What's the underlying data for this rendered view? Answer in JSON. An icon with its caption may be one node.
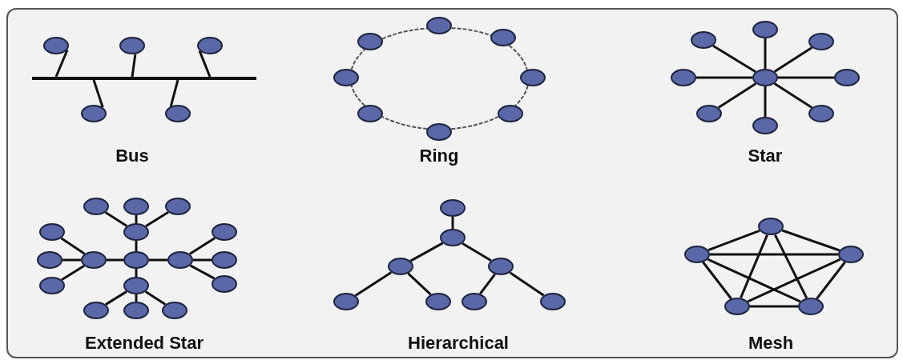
{
  "diagram": {
    "nodes": [
      {
        "text": [],
        "shape": "bar"
      },
      {
        "text": [],
        "shape": "ellipse"
      },
      {
        "text": [],
        "shape": "ellipse"
      },
      {
        "text": [],
        "shape": "ellipse"
      },
      {
        "text": [],
        "shape": "ellipse"
      },
      {
        "text": [],
        "shape": "ellipse"
      },
      {
        "text": [],
        "shape": "ellipse"
      },
      {
        "text": [],
        "shape": "ellipse"
      },
      {
        "text": [],
        "shape": "ellipse"
      },
      {
        "text": [],
        "shape": "ellipse"
      },
      {
        "text": [],
        "shape": "ellipse"
      },
      {
        "text": [],
        "shape": "ellipse"
      },
      {
        "text": [],
        "shape": "ellipse"
      },
      {
        "text": [],
        "shape": "ellipse"
      },
      {
        "text": [],
        "shape": "ellipse"
      },
      {
        "text": [],
        "shape": "ellipse"
      },
      {
        "text": [],
        "shape": "ellipse"
      },
      {
        "text": [],
        "shape": "ellipse"
      },
      {
        "text": [],
        "shape": "ellipse"
      },
      {
        "text": [],
        "shape": "ellipse"
      },
      {
        "text": [],
        "shape": "ellipse"
      },
      {
        "text": [],
        "shape": "ellipse"
      },
      {
        "text": [],
        "shape": "ellipse"
      },
      {
        "text": [],
        "shape": "ellipse"
      },
      {
        "text": [],
        "shape": "ellipse"
      },
      {
        "text": [],
        "shape": "ellipse"
      },
      {
        "text": [],
        "shape": "ellipse"
      },
      {
        "text": [],
        "shape": "ellipse"
      },
      {
        "text": [],
        "shape": "ellipse"
      },
      {
        "text": [],
        "shape": "ellipse"
      },
      {
        "text": [],
        "shape": "ellipse"
      },
      {
        "text": [],
        "shape": "ellipse"
      },
      {
        "text": [],
        "shape": "ellipse"
      },
      {
        "text": [],
        "shape": "ellipse"
      },
      {
        "text": [],
        "shape": "ellipse"
      },
      {
        "text": [],
        "shape": "ellipse"
      },
      {
        "text": [],
        "shape": "ellipse"
      },
      {
        "text": [],
        "shape": "ellipse"
      },
      {
        "text": [],
        "shape": "ellipse"
      },
      {
        "text": [],
        "shape": "ellipse"
      },
      {
        "text": [],
        "shape": "ellipse"
      },
      {
        "text": [],
        "shape": "ellipse"
      },
      {
        "text": [],
        "shape": "ellipse"
      },
      {
        "text": [],
        "shape": "ellipse"
      },
      {
        "text": [],
        "shape": "ellipse"
      },
      {
        "text": [],
        "shape": "ellipse"
      },
      {
        "text": [],
        "shape": "ellipse"
      },
      {
        "text": [],
        "shape": "ellipse"
      },
      {
        "text": [],
        "shape": "ellipse"
      },
      {
        "text": [],
        "shape": "ellipse"
      },
      {
        "text": [],
        "shape": "ellipse"
      },
      {
        "text": [],
        "shape": "ellipse"
      },
      {
        "text": [],
        "shape": "ellipse"
      }
    ],
    "edges": [
      {
        "from": 1,
        "to": 0,
        "arrow": "none"
      },
      {
        "from": 2,
        "to": 0,
        "arrow": "none"
      },
      {
        "from": 3,
        "to": 0,
        "arrow": "none"
      },
      {
        "from": 4,
        "to": 0,
        "arrow": "none"
      },
      {
        "from": 5,
        "to": 0,
        "arrow": "none"
      },
      {
        "from": 6,
        "to": 7,
        "arrow": "none",
        "style": "dashed",
        "color": "#555555"
      },
      {
        "from": 7,
        "to": 8,
        "arrow": "none",
        "style": "dashed",
        "color": "#555555"
      },
      {
        "from": 8,
        "to": 9,
        "arrow": "none",
        "style": "dashed",
        "color": "#555555"
      },
      {
        "from": 9,
        "to": 10,
        "arrow": "none",
        "style": "dashed",
        "color": "#555555"
      },
      {
        "from": 10,
        "to": 11,
        "arrow": "none",
        "style": "dashed",
        "color": "#555555"
      },
      {
        "from": 11,
        "to": 12,
        "arrow": "none",
        "style": "dashed",
        "color": "#555555"
      },
      {
        "from": 12,
        "to": 13,
        "arrow": "none",
        "style": "dashed",
        "color": "#555555"
      },
      {
        "from": 13,
        "to": 6,
        "arrow": "none",
        "style": "dashed",
        "color": "#555555"
      },
      {
        "from": 14,
        "to": 15,
        "arrow": "none"
      },
      {
        "from": 14,
        "to": 16,
        "arrow": "none"
      },
      {
        "from": 14,
        "to": 17,
        "arrow": "none"
      },
      {
        "from": 14,
        "to": 18,
        "arrow": "none"
      },
      {
        "from": 14,
        "to": 19,
        "arrow": "none"
      },
      {
        "from": 14,
        "to": 20,
        "arrow": "none"
      },
      {
        "from": 14,
        "to": 21,
        "arrow": "none"
      },
      {
        "from": 14,
        "to": 22,
        "arrow": "none"
      },
      {
        "from": 23,
        "to": 24,
        "arrow": "none"
      },
      {
        "from": 23,
        "to": 25,
        "arrow": "none"
      },
      {
        "from": 23,
        "to": 26,
        "arrow": "none"
      },
      {
        "from": 23,
        "to": 27,
        "arrow": "none"
      },
      {
        "from": 24,
        "to": 28,
        "arrow": "none"
      },
      {
        "from": 24,
        "to": 29,
        "arrow": "none"
      },
      {
        "from": 24,
        "to": 30,
        "arrow": "none"
      },
      {
        "from": 25,
        "to": 31,
        "arrow": "none"
      },
      {
        "from": 25,
        "to": 32,
        "arrow": "none"
      },
      {
        "from": 25,
        "to": 33,
        "arrow": "none"
      },
      {
        "from": 26,
        "to": 34,
        "arrow": "none"
      },
      {
        "from": 26,
        "to": 35,
        "arrow": "none"
      },
      {
        "from": 26,
        "to": 36,
        "arrow": "none"
      },
      {
        "from": 27,
        "to": 37,
        "arrow": "none"
      },
      {
        "from": 27,
        "to": 38,
        "arrow": "none"
      },
      {
        "from": 27,
        "to": 39,
        "arrow": "none"
      },
      {
        "from": 40,
        "to": 41,
        "arrow": "none"
      },
      {
        "from": 41,
        "to": 42,
        "arrow": "none"
      },
      {
        "from": 41,
        "to": 43,
        "arrow": "none"
      },
      {
        "from": 42,
        "to": 44,
        "arrow": "none"
      },
      {
        "from": 42,
        "to": 45,
        "arrow": "none"
      },
      {
        "from": 43,
        "to": 46,
        "arrow": "none"
      },
      {
        "from": 43,
        "to": 47,
        "arrow": "none"
      },
      {
        "from": 48,
        "to": 49,
        "arrow": "none"
      },
      {
        "from": 48,
        "to": 50,
        "arrow": "none"
      },
      {
        "from": 48,
        "to": 51,
        "arrow": "none"
      },
      {
        "from": 48,
        "to": 52,
        "arrow": "none"
      },
      {
        "from": 49,
        "to": 50,
        "arrow": "none"
      },
      {
        "from": 49,
        "to": 51,
        "arrow": "none"
      },
      {
        "from": 49,
        "to": 52,
        "arrow": "none"
      },
      {
        "from": 50,
        "to": 51,
        "arrow": "none"
      },
      {
        "from": 50,
        "to": 52,
        "arrow": "none"
      },
      {
        "from": 51,
        "to": 52,
        "arrow": "none"
      }
    ],
    "labels": [
      "Bus",
      "Ring",
      "Star",
      "Extended Star",
      "Hierarchical",
      "Mesh"
    ]
  }
}
